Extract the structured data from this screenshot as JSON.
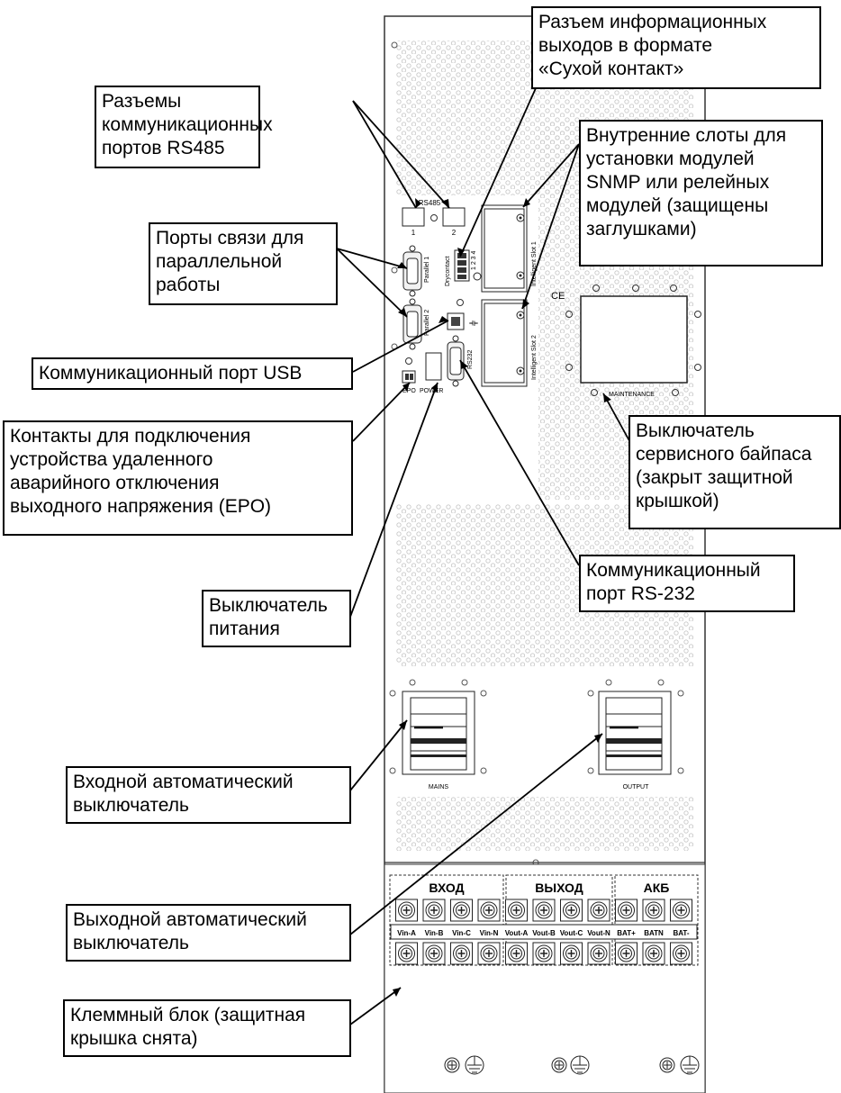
{
  "callouts": {
    "rs485": "Разъемы\nкоммуникационных\nпортов RS485",
    "drycontact": "Разъем информационных\nвыходов в формате\n«Сухой контакт»",
    "slots": "Внутренние слоты для\nустановки модулей\nSNMP или релейных\nмодулей (защищены\nзаглушками)",
    "parallel": "Порты связи для\nпараллельной\nработы",
    "usb": "Коммуникационный порт USB",
    "epo": "Контакты для подключения\nустройства удаленного\nаварийного отключения\nвыходного напряжения (EPO)",
    "bypass": "Выключатель\nсервисного байпаса\n(закрыт защитной\nкрышкой)",
    "rs232": "Коммуникационный\nпорт RS-232",
    "power": "Выключатель\nпитания",
    "mains_breaker": "Входной автоматический\nвыключатель",
    "output_breaker": "Выходной автоматический\nвыключатель",
    "terminal": "Клеммный блок (защитная\nкрышка снята)"
  },
  "panel_labels": {
    "rs485": "RS485",
    "port1": "1",
    "port2": "2",
    "parallel1": "Parallel 1",
    "parallel2": "Parallel 2",
    "drycontact": "Drycontact",
    "dry_pins": "1 2 3 4",
    "slot1": "Intelligent Slot 1",
    "slot2": "Intelligent Slot 2",
    "rs232": "RS232",
    "epo": "EPO",
    "power": "POWER",
    "maintenance": "MAINTENANCE",
    "ce": "CE",
    "mains": "MAINS",
    "output": "OUTPUT"
  },
  "terminal_block": {
    "groups": [
      "ВХОД",
      "ВЫХОД",
      "АКБ"
    ],
    "terminals": [
      "Vin-A",
      "Vin-B",
      "Vin-C",
      "Vin-N",
      "Vout-A",
      "Vout-B",
      "Vout-C",
      "Vout-N",
      "BAT+",
      "BATN",
      "BAT-"
    ]
  }
}
